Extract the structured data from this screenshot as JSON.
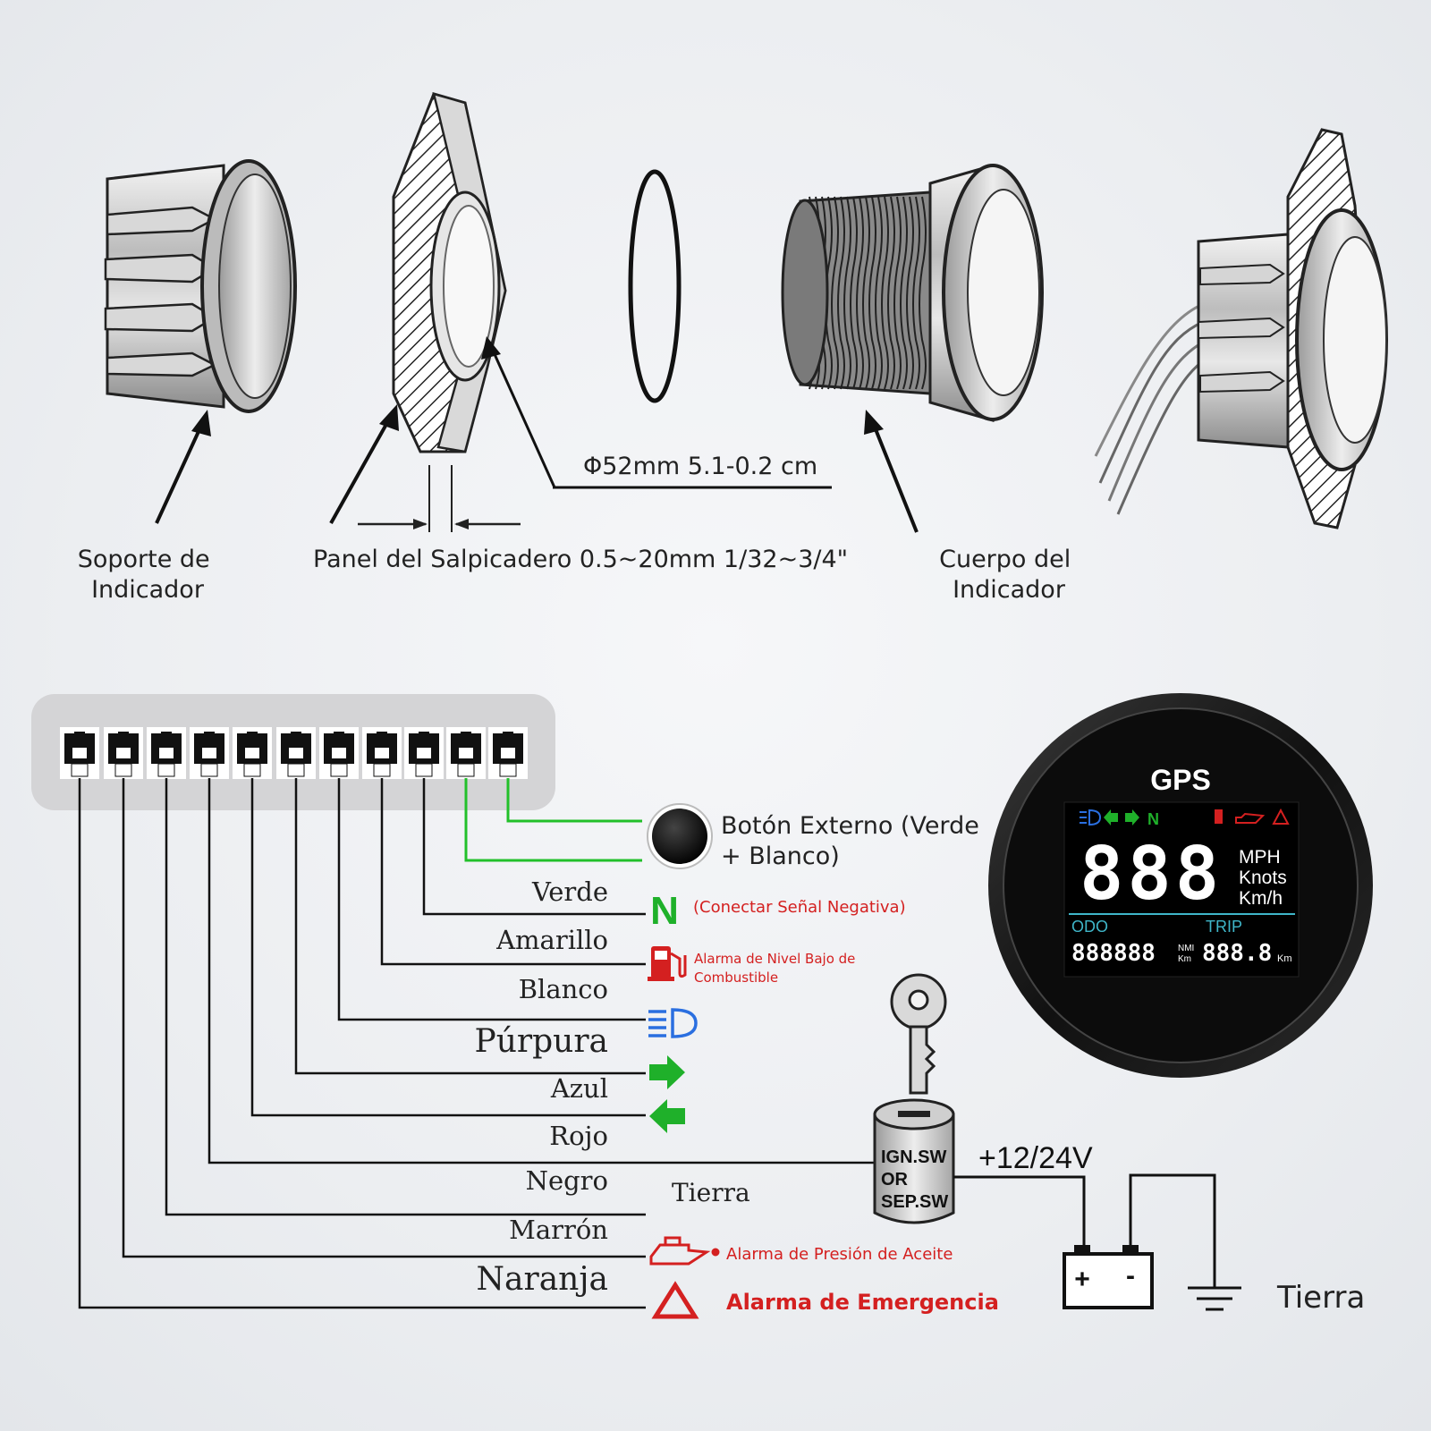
{
  "assembly": {
    "support_label": [
      "Soporte de",
      "Indicador"
    ],
    "panel_label": "Panel del Salpicadero 0.5~20mm 1/32~3/4\"",
    "diameter_label": "Φ52mm 5.1-0.2 cm",
    "body_label": [
      "Cuerpo del",
      "Indicador"
    ]
  },
  "wiring": {
    "external_button": [
      "Botón Externo (Verde",
      "+ Blanco)"
    ],
    "wires": [
      {
        "color": "Verde",
        "signal": "(Conectar Señal Negativa)",
        "icon": "n-neutral-icon"
      },
      {
        "color": "Amarillo",
        "signal": [
          "Alarma de Nivel Bajo de",
          "Combustible"
        ],
        "icon": "fuel-pump-icon"
      },
      {
        "color": "Blanco",
        "icon": "headlight-icon"
      },
      {
        "color": "Púrpura",
        "icon": "right-arrow-icon"
      },
      {
        "color": "Azul",
        "icon": "left-arrow-icon"
      },
      {
        "color": "Rojo"
      },
      {
        "color": "Negro",
        "signal": "Tierra"
      },
      {
        "color": "Marrón",
        "signal": "Alarma de Presión de Aceite",
        "icon": "oil-can-icon"
      },
      {
        "color": "Naranja",
        "signal": "Alarma de Emergencia",
        "icon": "warning-triangle-icon"
      }
    ],
    "switch": [
      "IGN.SW",
      "OR",
      "SEP.SW"
    ],
    "voltage": "+12/24V",
    "ground": "Tierra",
    "battery_plus": "+",
    "battery_minus": "-"
  },
  "gauge": {
    "title": "GPS",
    "speed_digits": "888",
    "units": [
      "MPH",
      "Knots",
      "Km/h"
    ],
    "odo_label": "ODO",
    "trip_label": "TRIP",
    "odo_digits": "888888",
    "odo_unit": [
      "NMI",
      "Km"
    ],
    "trip_digits": "888.8",
    "trip_unit": "Km",
    "indicator_n": "N"
  },
  "colors": {
    "green_wire": "#22c02a",
    "alarm_red": "#d42020",
    "icon_blue": "#2a6fe0",
    "icon_green": "#1fb02a"
  }
}
